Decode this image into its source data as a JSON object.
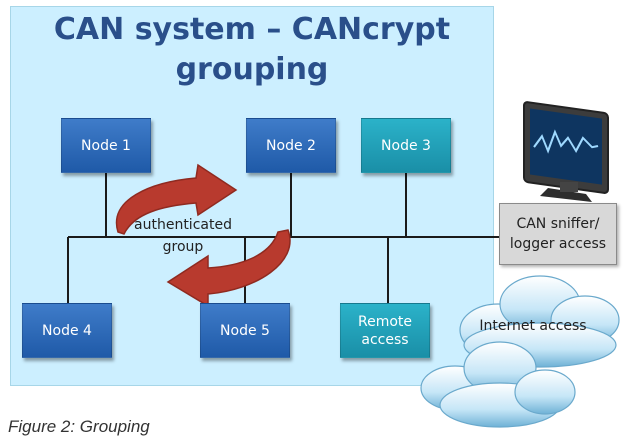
{
  "diagram": {
    "title": "CAN system – CANcrypt\ngrouping",
    "nodes": {
      "n1": "Node 1",
      "n2": "Node 2",
      "n3": "Node 3",
      "n4": "Node 4",
      "n5": "Node 5",
      "remote": "Remote\naccess"
    },
    "group_label": "authenticated\ngroup",
    "sniffer_label": "CAN sniffer/\nlogger access",
    "internet_label": "Internet access",
    "caption": "Figure 2: Grouping",
    "colors": {
      "panel": "#ccefff",
      "node_dark": "#2464b3",
      "node_teal": "#1fa3bb",
      "arrow": "#b83a2e"
    }
  }
}
